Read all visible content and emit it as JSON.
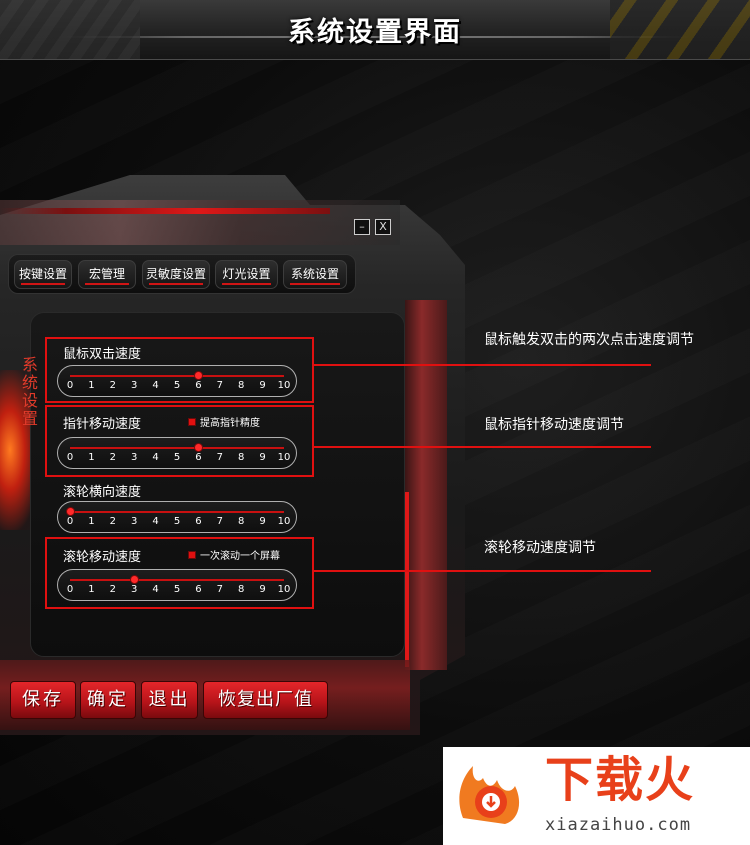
{
  "banner": {
    "title": "系统设置界面"
  },
  "window": {
    "minimize": "–",
    "close": "X"
  },
  "tabs": [
    {
      "label": "按键设置"
    },
    {
      "label": "宏管理"
    },
    {
      "label": "灵敏度设置"
    },
    {
      "label": "灯光设置"
    },
    {
      "label": "系统设置"
    }
  ],
  "active_tab": "系统设置",
  "side_label": "系统设置",
  "settings": {
    "double_click": {
      "title": "鼠标双击速度",
      "value": 6,
      "ticks": [
        "0",
        "1",
        "2",
        "3",
        "4",
        "5",
        "6",
        "7",
        "8",
        "9",
        "10"
      ]
    },
    "pointer": {
      "title": "指针移动速度",
      "checkbox_label": "提高指针精度",
      "value": 6,
      "ticks": [
        "0",
        "1",
        "2",
        "3",
        "4",
        "5",
        "6",
        "7",
        "8",
        "9",
        "10"
      ]
    },
    "wheel_h": {
      "title": "滚轮横向速度",
      "value": 0,
      "ticks": [
        "0",
        "1",
        "2",
        "3",
        "4",
        "5",
        "6",
        "7",
        "8",
        "9",
        "10"
      ]
    },
    "wheel_v": {
      "title": "滚轮移动速度",
      "checkbox_label": "一次滚动一个屏幕",
      "value": 3,
      "ticks": [
        "0",
        "1",
        "2",
        "3",
        "4",
        "5",
        "6",
        "7",
        "8",
        "9",
        "10"
      ]
    }
  },
  "actions": {
    "save": "保存",
    "ok": "确定",
    "exit": "退出",
    "reset": "恢复出厂值"
  },
  "annotations": {
    "double_click": "鼠标触发双击的两次点击速度调节",
    "pointer": "鼠标指针移动速度调节",
    "wheel": "滚轮移动速度调节"
  },
  "watermark": {
    "brand": "下载火",
    "url": "xiazaihuo.com"
  },
  "colors": {
    "accent": "#e01010",
    "button": "#c8181e",
    "side_label": "#e03a2a"
  }
}
